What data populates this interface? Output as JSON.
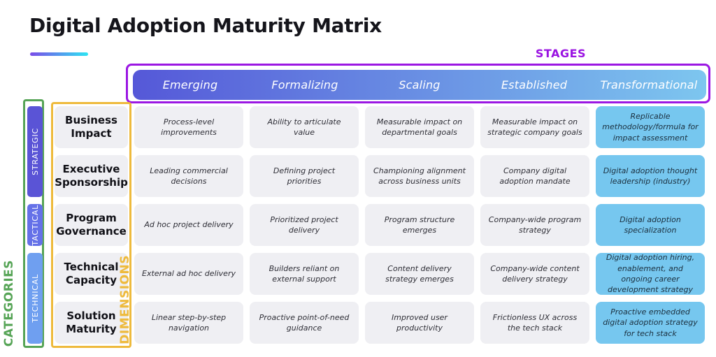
{
  "title": "Digital Adoption Maturity Matrix",
  "stages_label": "STAGES",
  "categories_label": "CATEGORIES",
  "dimensions_label": "DIMENSIONS",
  "stages": [
    "Emerging",
    "Formalizing",
    "Scaling",
    "Established",
    "Transformational"
  ],
  "category_groups": [
    {
      "label": "STRATEGIC",
      "rows": [
        0,
        1
      ]
    },
    {
      "label": "TACTICAL",
      "rows": [
        2
      ]
    },
    {
      "label": "TECHNICAL",
      "rows": [
        3,
        4
      ]
    }
  ],
  "rows": [
    {
      "dimension": "Business Impact",
      "cells": [
        "Process-level improvements",
        "Ability to articulate value",
        "Measurable impact on departmental goals",
        "Measurable impact on strategic company goals",
        "Replicable methodology/formula for impact assessment"
      ]
    },
    {
      "dimension": "Executive Sponsorship",
      "cells": [
        "Leading commercial decisions",
        "Defining project priorities",
        "Championing alignment across business units",
        "Company digital adoption mandate",
        "Digital adoption thought leadership (industry)"
      ]
    },
    {
      "dimension": "Program Governance",
      "cells": [
        "Ad hoc project delivery",
        "Prioritized project delivery",
        "Program structure emerges",
        "Company-wide program strategy",
        "Digital adoption specialization"
      ]
    },
    {
      "dimension": "Technical Capacity",
      "cells": [
        "External ad hoc delivery",
        "Builders reliant on external support",
        "Content delivery strategy emerges",
        "Company-wide content delivery strategy",
        "Digital adoption hiring, enablement, and ongoing career development strategy"
      ]
    },
    {
      "dimension": "Solution Maturity",
      "cells": [
        "Linear step-by-step navigation",
        "Proactive point-of-need guidance",
        "Improved user productivity",
        "Frictionless UX across the tech stack",
        "Proactive embedded digital adoption strategy for tech stack"
      ]
    }
  ],
  "colors": {
    "accent_purple": "#9b17e3",
    "accent_green": "#56a456",
    "accent_gold": "#eeba3c",
    "header_gradient_start": "#5558d8",
    "header_gradient_end": "#7dc6ef",
    "strategic_pill": "#5a54d6",
    "tactical_pill": "#6571e8",
    "technical_pill": "#6f9ff0",
    "cell_background": "#efeff3",
    "transformational_cell_background": "#76c7ef",
    "underline_gradient_start": "#7a4be8",
    "underline_gradient_end": "#2de4f2"
  }
}
